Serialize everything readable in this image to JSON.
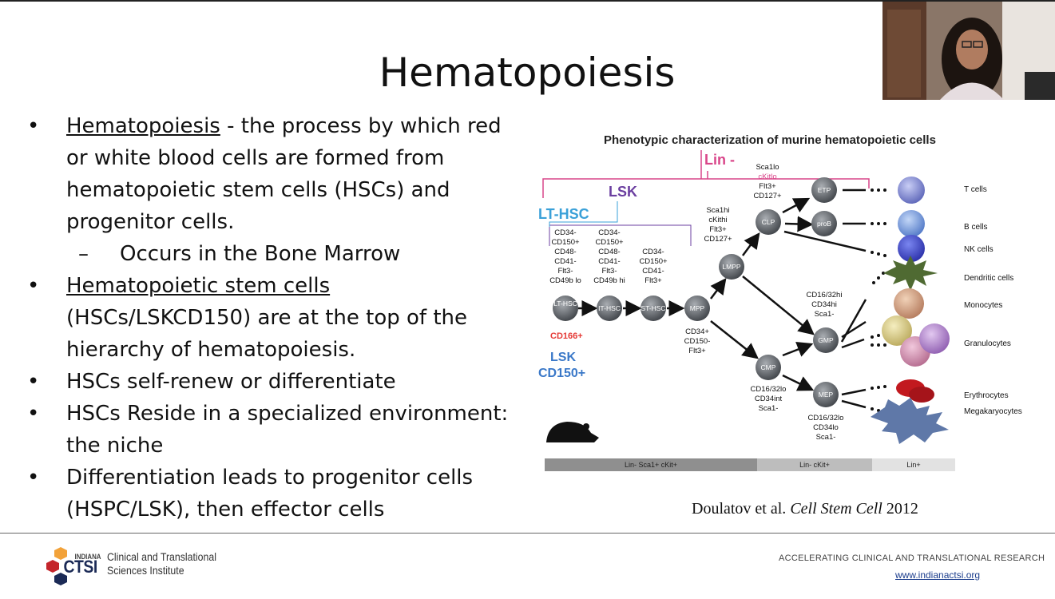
{
  "slide": {
    "title": "Hematopoiesis",
    "bullets": [
      {
        "lead": "Hematopoiesis",
        "text": " - the process by which red or white blood cells are formed from hematopoietic stem cells (HSCs) and progenitor cells."
      },
      {
        "sub": "Occurs in the Bone Marrow"
      },
      {
        "lead": "Hematopoietic stem cells",
        "text": " (HSCs/LSKCD150) are at the top of the hierarchy of hematopoiesis."
      },
      {
        "text": "HSCs self-renew or differentiate"
      },
      {
        "text": "HSCs Reside in a specialized environment: the niche"
      },
      {
        "text": "Differentiation leads to progenitor cells (HSPC/LSK), then effector cells"
      }
    ],
    "bullet_char": "•",
    "dash_char": "–"
  },
  "diagram": {
    "title": "Phenotypic characterization of murine hematopoietic cells",
    "bracket_labels": {
      "lin": "Lin -",
      "lsk": "LSK",
      "lthsc": "LT-HSC"
    },
    "nodes": {
      "lthsc": "LT-HSC",
      "ithsc": "IT-HSC",
      "sthsc": "ST-HSC",
      "mpp": "MPP",
      "lmpp": "LMPP",
      "clp": "CLP",
      "etp": "ETP",
      "prob": "proB",
      "cmp": "CMP",
      "gmp": "GMP",
      "mep": "MEP"
    },
    "markers": {
      "lthsc": [
        "CD34-",
        "CD150+",
        "CD48-",
        "CD41-",
        "Flt3-",
        "CD49b lo"
      ],
      "ithsc": [
        "CD34-",
        "CD150+",
        "CD48-",
        "CD41-",
        "Flt3-",
        "CD49b hi"
      ],
      "sthsc": [
        "CD34-",
        "CD150+",
        "CD41-",
        "Flt3+"
      ],
      "mpp": [
        "CD34+",
        "CD150-",
        "Flt3+"
      ],
      "lmpp": [
        "Sca1hi",
        "cKithi",
        "Flt3+",
        "CD127+"
      ],
      "clp": [
        "Sca1lo",
        "cKitlo",
        "Flt3+",
        "CD127+"
      ],
      "gmp": [
        "CD16/32hi",
        "CD34hi",
        "Sca1-"
      ],
      "cmp": [
        "CD16/32lo",
        "CD34int",
        "Sca1-"
      ],
      "mep": [
        "CD16/32lo",
        "CD34lo",
        "Sca1-"
      ]
    },
    "cd166": "CD166+",
    "lsk_cd150": [
      "LSK",
      "CD150+"
    ],
    "outputs": [
      "T cells",
      "B cells",
      "NK cells",
      "Dendritic cells",
      "Monocytes",
      "Granulocytes",
      "Erythrocytes",
      "Megakaryocytes"
    ],
    "bottom_bar": [
      "Lin- Sca1+ cKit+",
      "Lin- cKit+",
      "Lin+"
    ],
    "colors": {
      "lin": "#d9468a",
      "lsk": "#6b3fa0",
      "lthsc": "#3aa0d8",
      "cd166": "#e53935",
      "lsk_cd150": "#3a78c8",
      "node": "#555a60"
    }
  },
  "citation": {
    "authors": "Doulatov et al.",
    "journal": "Cell Stem Cell",
    "year": "2012"
  },
  "footer": {
    "brand_small": "INDIANA",
    "brand_big": "CTSI",
    "org_line1": "Clinical and Translational",
    "org_line2": "Sciences Institute",
    "tagline": "ACCELERATING CLINICAL AND TRANSLATIONAL RESEARCH",
    "url": "www.indianactsi.org"
  }
}
